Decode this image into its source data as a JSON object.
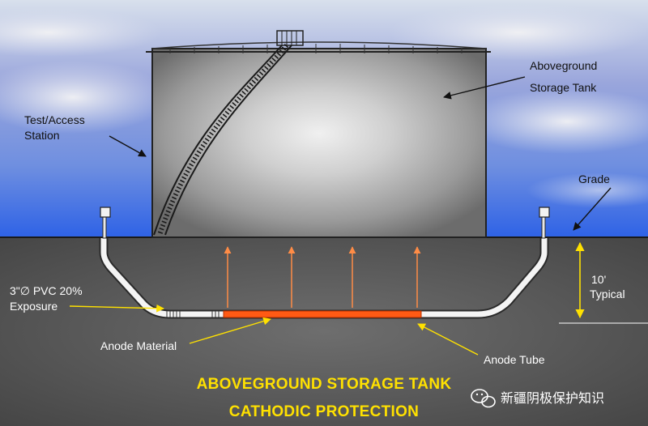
{
  "labels": {
    "tank": [
      "Aboveground",
      "Storage Tank"
    ],
    "station": [
      "Test/Access",
      "Station"
    ],
    "grade": "Grade",
    "depth": [
      "10'",
      "Typical"
    ],
    "pvc": [
      "3\"∅ PVC 20%",
      "Exposure"
    ],
    "anode_material": "Anode Material",
    "anode_tube": "Anode Tube"
  },
  "title": [
    "ABOVEGROUND STORAGE TANK",
    "CATHODIC PROTECTION"
  ],
  "watermark": {
    "icon": "wechat-icon",
    "text": "新疆阴极保护知识"
  },
  "colors": {
    "anode": "#ff5a14",
    "current_arrow": "#ff8c46",
    "title": "#ffe100"
  }
}
